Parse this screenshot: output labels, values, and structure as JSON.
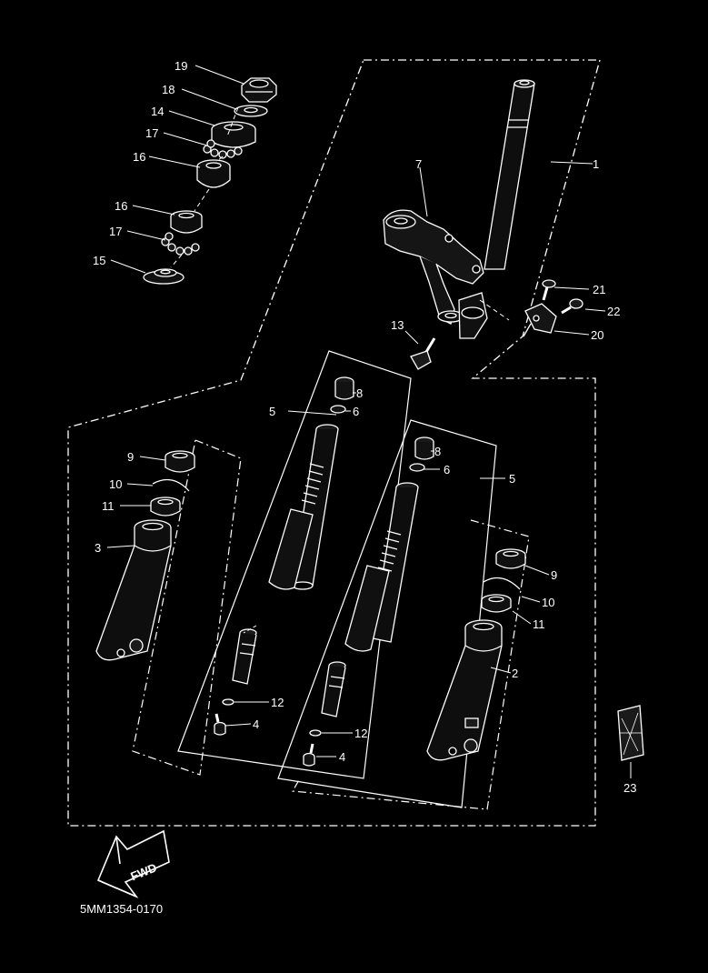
{
  "diagram": {
    "code": "5MM1354-0170",
    "fwd_label": "FWD",
    "colors": {
      "background": "#000000",
      "ink": "#ffffff"
    },
    "callouts": [
      "1",
      "2",
      "3",
      "4",
      "4",
      "5",
      "5",
      "6",
      "6",
      "7",
      "8",
      "8",
      "9",
      "9",
      "10",
      "10",
      "11",
      "11",
      "12",
      "12",
      "13",
      "14",
      "15",
      "16",
      "16",
      "17",
      "17",
      "18",
      "19",
      "20",
      "21",
      "22",
      "23"
    ]
  }
}
